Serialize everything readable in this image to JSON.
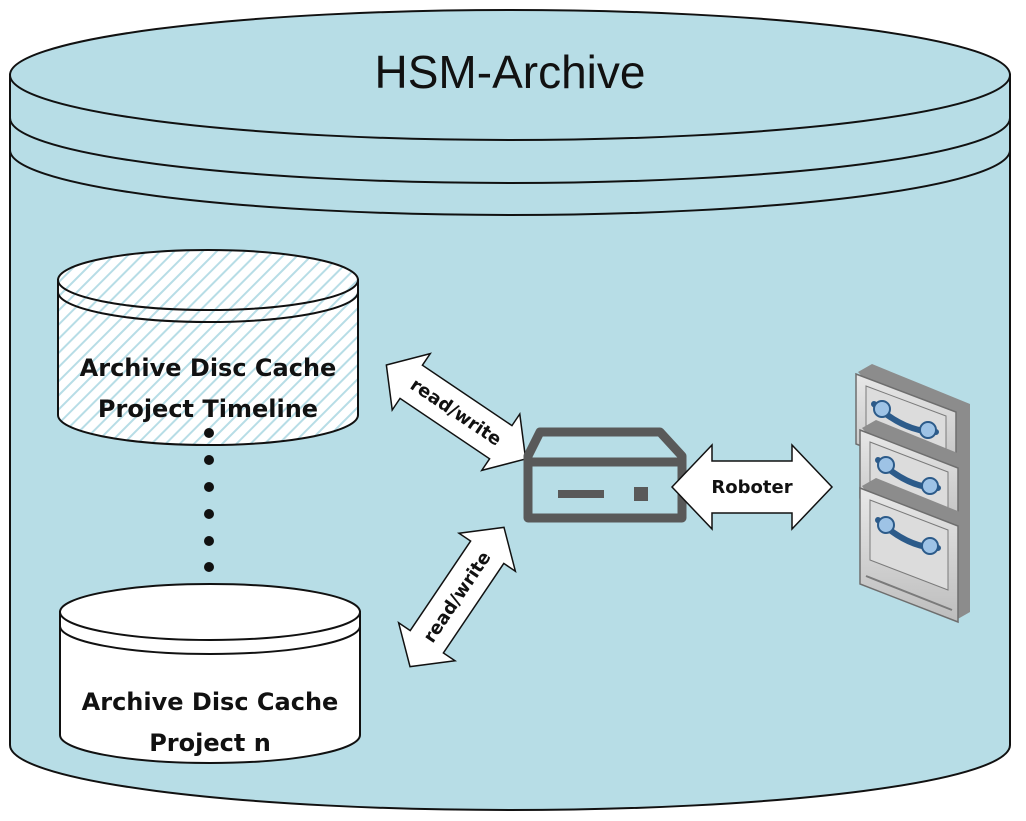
{
  "diagram": {
    "title": "HSM-Archive",
    "caches": [
      {
        "line1": "Archive Disc Cache",
        "line2": "Project Timeline",
        "style": "hatched"
      },
      {
        "line1": "Archive Disc Cache",
        "line2": "Project n",
        "style": "plain"
      }
    ],
    "arrows": {
      "upper": "read/write",
      "lower": "read/write",
      "robot": "Roboter"
    },
    "icons": {
      "server": "server-icon",
      "tape_library": "tape-library-icon"
    },
    "colors": {
      "archive_fill": "#b7dde6",
      "outline": "#111111",
      "hatch": "#b7dde6",
      "server": "#595959"
    }
  }
}
